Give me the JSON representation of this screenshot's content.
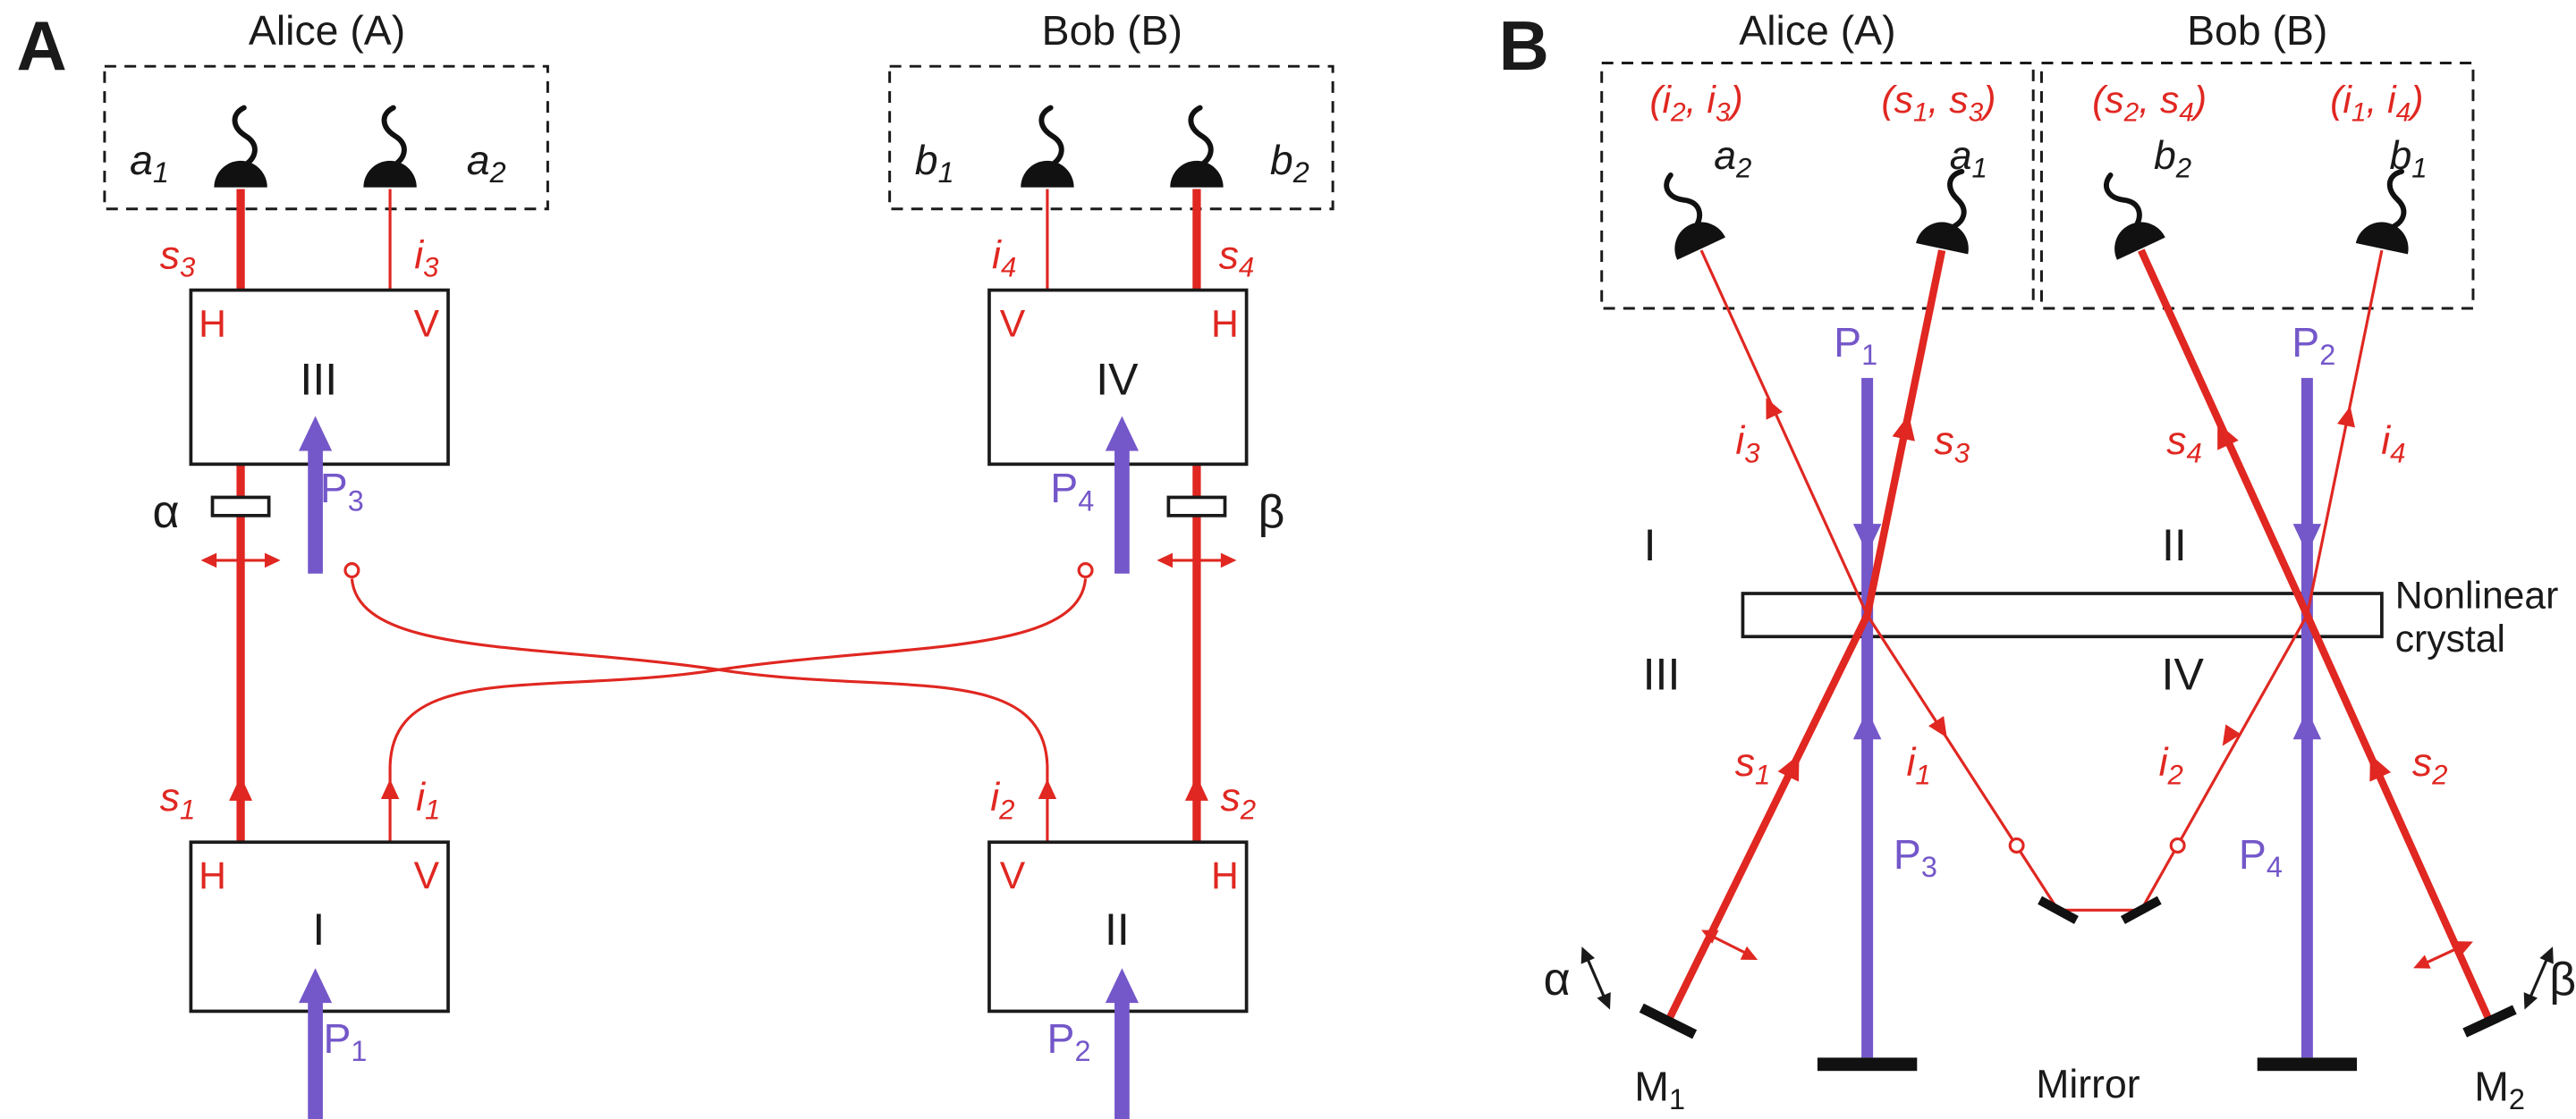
{
  "colors": {
    "beam_red": "#e02721",
    "pump_purple": "#7457c9",
    "ink_black": "#1a1a1a"
  },
  "panel_a": {
    "tag": "A",
    "alice_title": "Alice (A)",
    "bob_title": "Bob (B)",
    "h": "H",
    "v": "V",
    "box_i": "I",
    "box_ii": "II",
    "box_iii": "III",
    "box_iv": "IV",
    "alpha": "α",
    "beta": "β"
  },
  "panel_b": {
    "tag": "B",
    "alice_title": "Alice (A)",
    "bob_title": "Bob (B)",
    "region_i": "I",
    "region_ii": "II",
    "region_iii": "III",
    "region_iv": "IV",
    "alpha": "α",
    "beta": "β",
    "nonlinear_line1": "Nonlinear",
    "nonlinear_line2": "crystal",
    "mirror_caption": "Mirror"
  },
  "labels": {
    "a1": [
      {
        "t": "a"
      },
      {
        "t": "1",
        "sub": true
      }
    ],
    "a2": [
      {
        "t": "a"
      },
      {
        "t": "2",
        "sub": true
      }
    ],
    "b1": [
      {
        "t": "b"
      },
      {
        "t": "1",
        "sub": true
      }
    ],
    "b2": [
      {
        "t": "b"
      },
      {
        "t": "2",
        "sub": true
      }
    ],
    "s1": [
      {
        "t": "s"
      },
      {
        "t": "1",
        "sub": true
      }
    ],
    "s2": [
      {
        "t": "s"
      },
      {
        "t": "2",
        "sub": true
      }
    ],
    "s3": [
      {
        "t": "s"
      },
      {
        "t": "3",
        "sub": true
      }
    ],
    "s4": [
      {
        "t": "s"
      },
      {
        "t": "4",
        "sub": true
      }
    ],
    "i1": [
      {
        "t": "i"
      },
      {
        "t": "1",
        "sub": true
      }
    ],
    "i2": [
      {
        "t": "i"
      },
      {
        "t": "2",
        "sub": true
      }
    ],
    "i3": [
      {
        "t": "i"
      },
      {
        "t": "3",
        "sub": true
      }
    ],
    "i4": [
      {
        "t": "i"
      },
      {
        "t": "4",
        "sub": true
      }
    ],
    "P1": [
      {
        "t": "P"
      },
      {
        "t": "1",
        "sub": true
      }
    ],
    "P2": [
      {
        "t": "P"
      },
      {
        "t": "2",
        "sub": true
      }
    ],
    "P3": [
      {
        "t": "P"
      },
      {
        "t": "3",
        "sub": true
      }
    ],
    "P4": [
      {
        "t": "P"
      },
      {
        "t": "4",
        "sub": true
      }
    ],
    "M1": [
      {
        "t": "M"
      },
      {
        "t": "1",
        "sub": true
      }
    ],
    "M2": [
      {
        "t": "M"
      },
      {
        "t": "2",
        "sub": true
      }
    ]
  },
  "pairs": {
    "a2_modes": [
      {
        "t": "("
      },
      {
        "t": "i"
      },
      {
        "t": "2",
        "sub": true
      },
      {
        "t": ", "
      },
      {
        "t": "i"
      },
      {
        "t": "3",
        "sub": true
      },
      {
        "t": ")"
      }
    ],
    "a1_modes": [
      {
        "t": "("
      },
      {
        "t": "s"
      },
      {
        "t": "1",
        "sub": true
      },
      {
        "t": ", "
      },
      {
        "t": "s"
      },
      {
        "t": "3",
        "sub": true
      },
      {
        "t": ")"
      }
    ],
    "b2_modes": [
      {
        "t": "("
      },
      {
        "t": "s"
      },
      {
        "t": "2",
        "sub": true
      },
      {
        "t": ", "
      },
      {
        "t": "s"
      },
      {
        "t": "4",
        "sub": true
      },
      {
        "t": ")"
      }
    ],
    "b1_modes": [
      {
        "t": "("
      },
      {
        "t": "i"
      },
      {
        "t": "1",
        "sub": true
      },
      {
        "t": ", "
      },
      {
        "t": "i"
      },
      {
        "t": "4",
        "sub": true
      },
      {
        "t": ")"
      }
    ]
  }
}
